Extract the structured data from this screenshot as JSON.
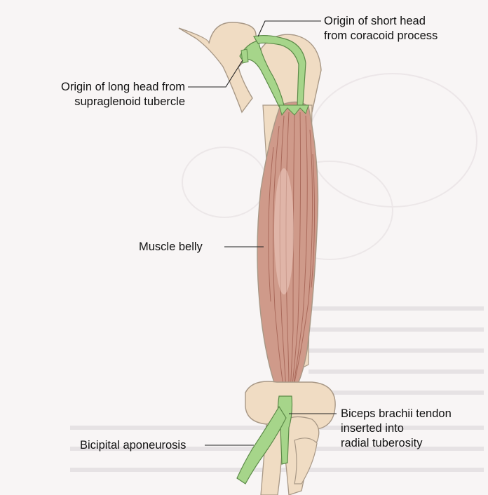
{
  "labels": {
    "short_head": [
      "Origin of short head",
      "from coracoid process"
    ],
    "long_head": [
      "Origin of long head from",
      "supraglenoid tubercle"
    ],
    "belly": [
      "Muscle belly"
    ],
    "tendon": [
      "Biceps brachii tendon",
      "inserted into",
      "radial tuberosity"
    ],
    "aponeurosis": [
      "Bicipital aponeurosis"
    ]
  },
  "colors": {
    "bone": "#f0dcc3",
    "bone_outline": "#a89886",
    "muscle": "#c98f80",
    "muscle_fibers": "#9e5a4c",
    "tendon": "#a6d58a",
    "tendon_outline": "#5c8a48",
    "leader": "#222222",
    "background": "#f8f5f5"
  }
}
